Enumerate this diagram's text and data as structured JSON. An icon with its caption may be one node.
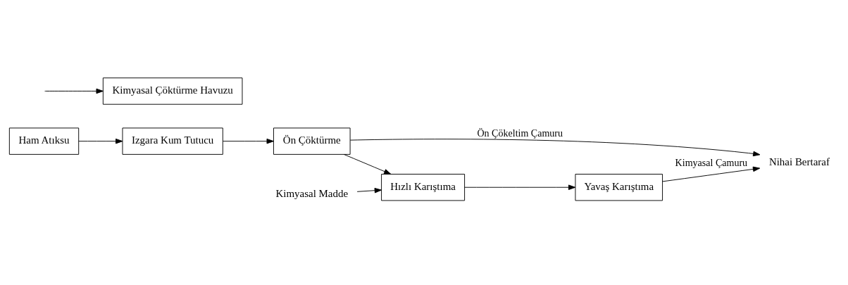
{
  "diagram": {
    "nodes": [
      {
        "text": [
          "Ham Atıksu"
        ]
      },
      {
        "text": [
          "Izgara Kum Tutucu"
        ]
      },
      {
        "text": [
          "Ön Çöktürme"
        ]
      },
      {
        "text": [
          "Hızlı Karıştıma"
        ]
      },
      {
        "text": [
          "Yavaş Karıştıma"
        ]
      },
      {
        "text": [
          "Kimyasal Çöktürme Havuzu"
        ]
      },
      {
        "text": [
          "Kimyasal Madde"
        ]
      },
      {
        "text": [
          "Nihai Bertaraf"
        ]
      }
    ],
    "edges": [
      {
        "from": 0,
        "to": 1,
        "arrow": "to"
      },
      {
        "from": 1,
        "to": 2,
        "arrow": "to"
      },
      {
        "from": 2,
        "to": 3,
        "arrow": "to"
      },
      {
        "from": 3,
        "to": 4,
        "arrow": "to"
      },
      {
        "from": null,
        "to": 5,
        "arrow": "to"
      },
      {
        "from": 6,
        "to": 3,
        "arrow": "to"
      },
      {
        "from": 2,
        "to": 7,
        "arrow": "to",
        "label": "Ön Çökeltim Çamuru"
      },
      {
        "from": 4,
        "to": 7,
        "arrow": "to",
        "label": "Kimyasal Çamuru"
      }
    ]
  }
}
